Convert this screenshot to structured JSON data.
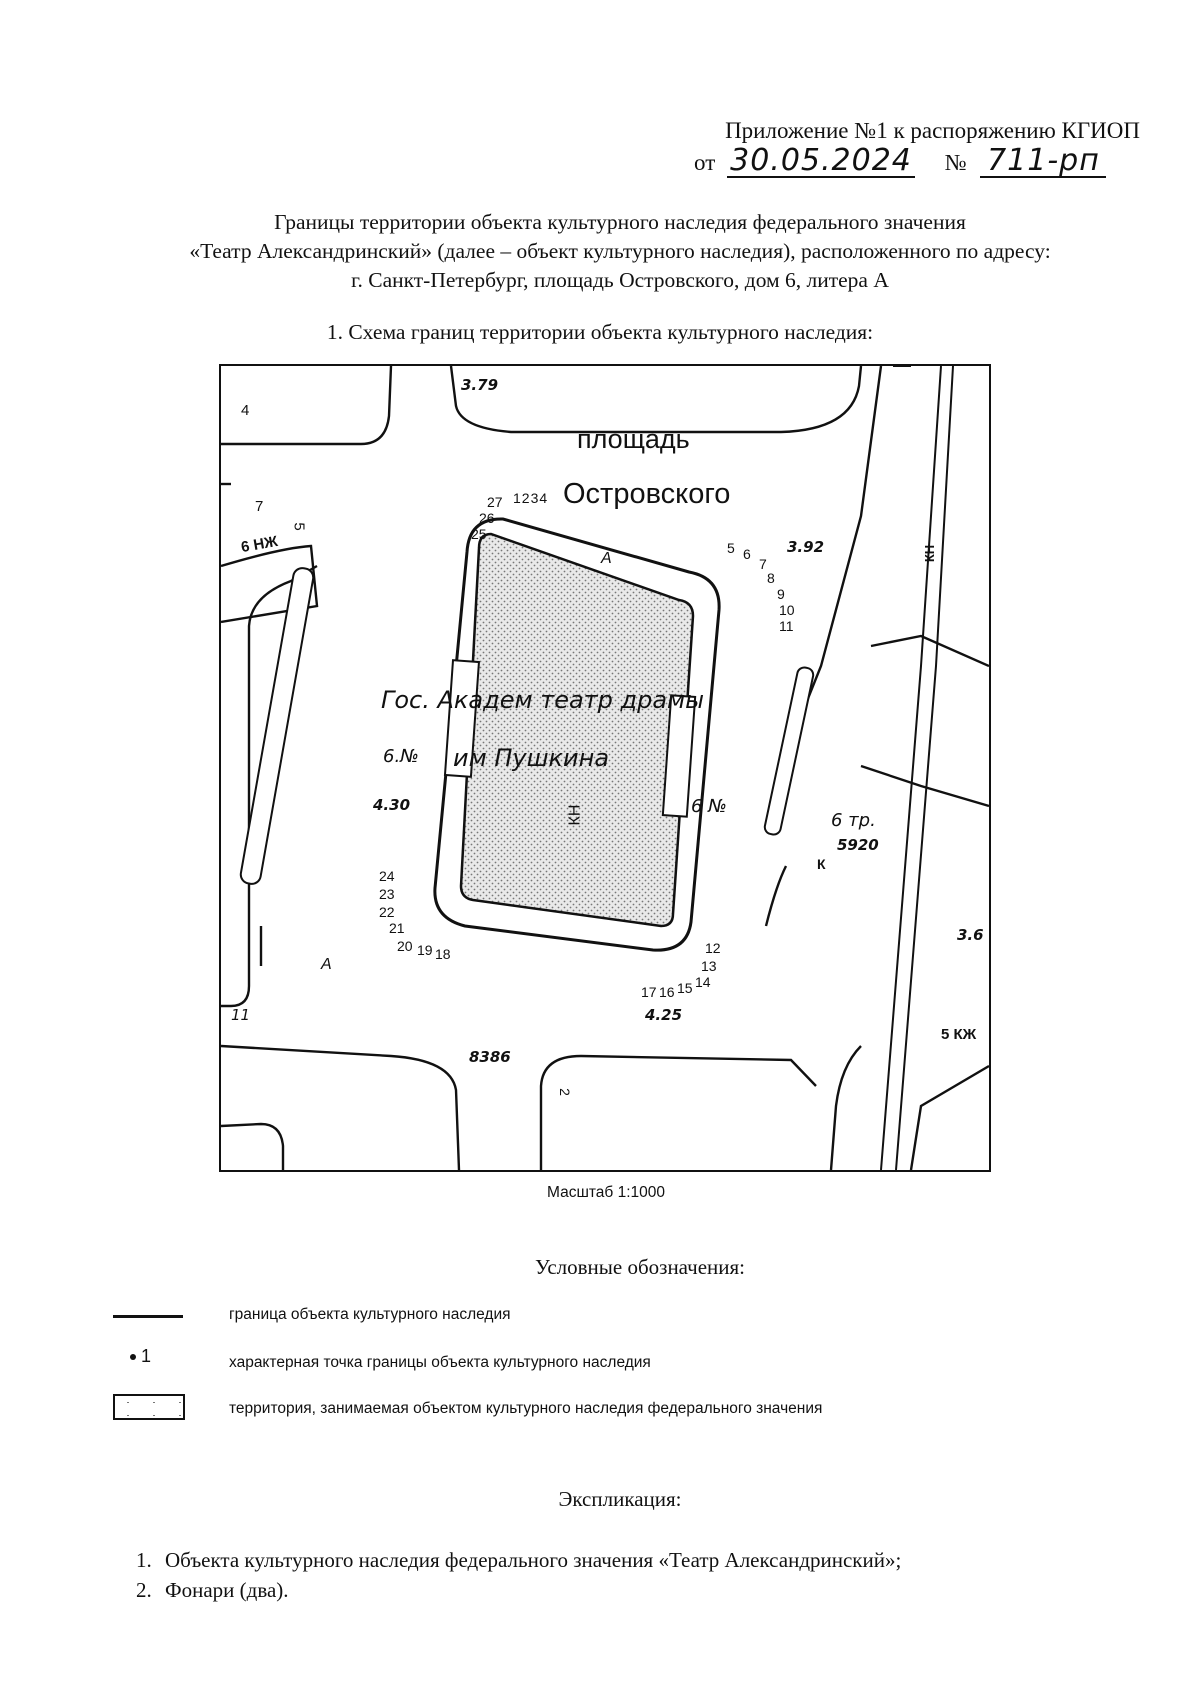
{
  "header": {
    "line1": "Приложение №1 к распоряжению КГИОП",
    "from_label": "от",
    "date": "30.05.2024",
    "number_label": "№",
    "number": "711-рп"
  },
  "title": {
    "line1": "Границы территории объекта культурного наследия федерального значения",
    "line2": "«Театр Александринский» (далее – объект культурного наследия), расположенного  по адресу:",
    "line3": "г. Санкт-Петербург, площадь Островского, дом 6, литера А"
  },
  "section_heading": "1.  Схема границ территории объекта культурного наследия:",
  "map": {
    "square_line1": "площадь",
    "square_line2": "Островского",
    "building_line1": "Гос. Академ театр драмы",
    "building_line2": "им  Пушкина",
    "building_no_left": "6.№",
    "building_no_right": "6 №",
    "building_code": "КН",
    "elev_1": "3.79",
    "elev_2": "3.92",
    "elev_3": "4.30",
    "elev_4": "4.25",
    "elev_5": "3.6",
    "marker_8386": "8386",
    "right_tr": "6 тр.",
    "right_5920": "5920",
    "left_6nzh": "6 НЖ",
    "right_5nzh": "5 КЖ",
    "lit_a": "А",
    "lit_k": "К",
    "lit_kn": "КН",
    "num_4": "4",
    "num_7": "7",
    "num_5": "5",
    "num_2": "2",
    "num_11": "11",
    "points": [
      "1",
      "2",
      "3",
      "4",
      "5",
      "6",
      "7",
      "8",
      "9",
      "10",
      "11",
      "12",
      "13",
      "14",
      "15",
      "16",
      "17",
      "18",
      "19",
      "20",
      "21",
      "22",
      "23",
      "24",
      "25",
      "26",
      "27"
    ]
  },
  "scale": "Масштаб 1:1000",
  "legend": {
    "title": "Условные обозначения:",
    "items": [
      {
        "symbol": "line",
        "label": "граница объекта культурного наследия"
      },
      {
        "symbol": "point",
        "symbol_text": "1",
        "label": "характерная точка границы объекта культурного наследия"
      },
      {
        "symbol": "hatched-box",
        "label": "территория, занимаемая объектом культурного наследия федерального значения"
      }
    ]
  },
  "explication": {
    "title": "Экспликация:",
    "items": [
      {
        "num": "1.",
        "text": "Объекта культурного наследия федерального значения «Театр Александринский»;"
      },
      {
        "num": "2.",
        "text": "Фонари (два)."
      }
    ]
  }
}
